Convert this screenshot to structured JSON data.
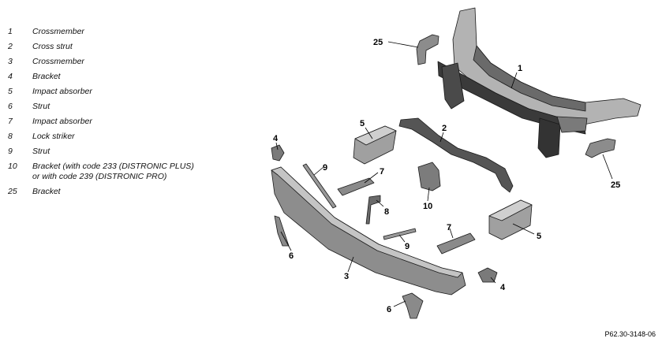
{
  "legend": [
    {
      "num": "1",
      "desc": "Crossmember"
    },
    {
      "num": "2",
      "desc": "Cross strut"
    },
    {
      "num": "3",
      "desc": "Crossmember"
    },
    {
      "num": "4",
      "desc": "Bracket"
    },
    {
      "num": "5",
      "desc": "Impact absorber"
    },
    {
      "num": "6",
      "desc": "Strut"
    },
    {
      "num": "7",
      "desc": "Impact absorber"
    },
    {
      "num": "8",
      "desc": "Lock striker"
    },
    {
      "num": "9",
      "desc": "Strut"
    },
    {
      "num": "10",
      "desc": "Bracket (with code 233 (DISTRONIC PLUS)\nor with code 239 (DISTRONIC PRO)"
    },
    {
      "num": "25",
      "desc": "Bracket"
    }
  ],
  "callouts": {
    "c1": "1",
    "c2": "2",
    "c3": "3",
    "c4a": "4",
    "c4b": "4",
    "c5a": "5",
    "c5b": "5",
    "c6a": "6",
    "c6b": "6",
    "c7a": "7",
    "c7b": "7",
    "c8": "8",
    "c9a": "9",
    "c9b": "9",
    "c10": "10",
    "c25a": "25",
    "c25b": "25"
  },
  "reference": "P62.30-3148-06",
  "colors": {
    "part_fill": "#9a9a9a",
    "part_dark": "#555555",
    "outline": "#1a1a1a"
  }
}
